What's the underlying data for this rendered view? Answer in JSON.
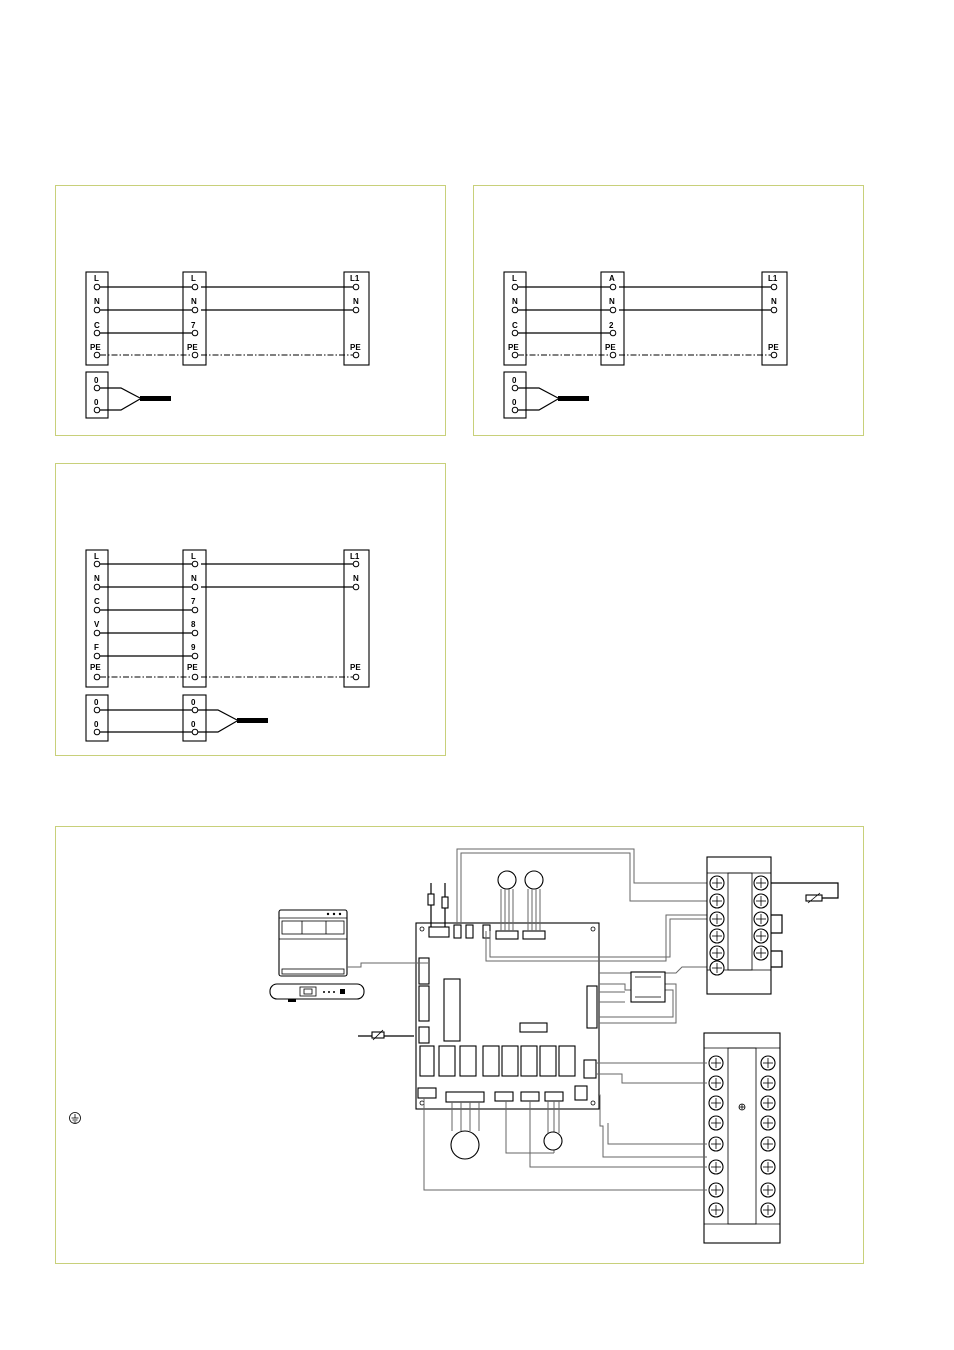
{
  "diagram1": {
    "left_block": [
      "L",
      "N",
      "C",
      "PE"
    ],
    "mid_block": [
      "L",
      "N",
      "7",
      "PE"
    ],
    "right_block": [
      "L1",
      "N",
      "PE"
    ],
    "zero_block": [
      "0",
      "0"
    ]
  },
  "diagram2": {
    "left_block": [
      "L",
      "N",
      "C",
      "PE"
    ],
    "mid_block": [
      "A",
      "N",
      "2",
      "PE"
    ],
    "right_block": [
      "L1",
      "N",
      "PE"
    ],
    "zero_block": [
      "0",
      "0"
    ]
  },
  "diagram3": {
    "left_block": [
      "L",
      "N",
      "C",
      "V",
      "F",
      "PE"
    ],
    "mid_block": [
      "L",
      "N",
      "7",
      "8",
      "9",
      "PE"
    ],
    "right_block": [
      "L1",
      "N",
      "PE"
    ],
    "zero_left": [
      "0",
      "0"
    ],
    "zero_mid": [
      "0",
      "0"
    ]
  },
  "colors": {
    "panel_border": "#c8d07a",
    "wire": "#000000",
    "harness": "#666666"
  },
  "icons": {
    "ground": "ground-symbol-icon",
    "motor": "motor-icon",
    "pump": "pump-icon"
  }
}
